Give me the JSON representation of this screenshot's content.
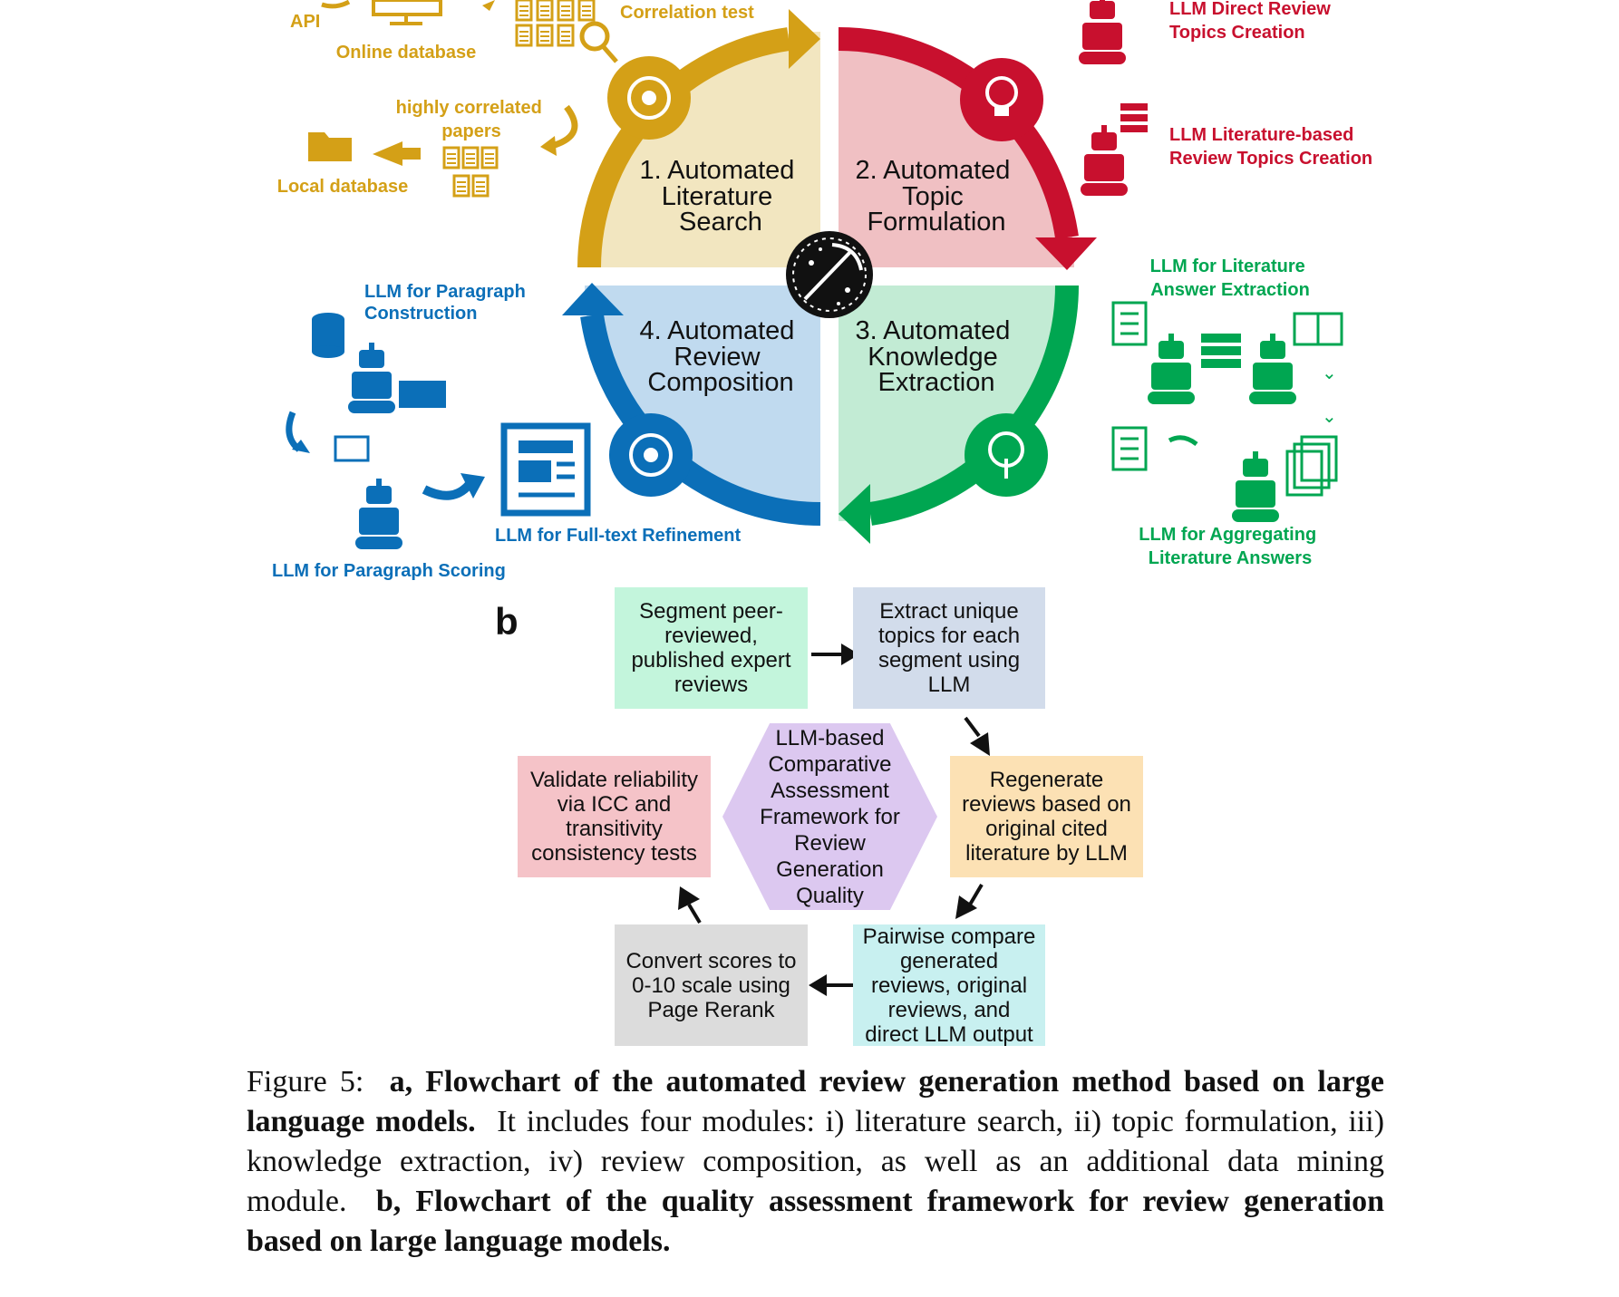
{
  "panel_a": {
    "literature_search": {
      "api": "API",
      "online_database": "Online database",
      "correlation_test": "Correlation test",
      "highly_correlated_line1": "highly correlated",
      "highly_correlated_line2": "papers",
      "local_database": "Local database",
      "color": "#D4A017"
    },
    "topic_formulation": {
      "direct_line1": "LLM Direct Review",
      "direct_line2": "Topics Creation",
      "literature_line1": "LLM Literature-based",
      "literature_line2": "Review Topics Creation",
      "color": "#C8102E"
    },
    "knowledge_extraction": {
      "answer_line1": "LLM for Literature",
      "answer_line2": "Answer Extraction",
      "aggregate_line1": "LLM for Aggregating",
      "aggregate_line2": "Literature Answers",
      "color": "#00A651"
    },
    "review_composition": {
      "paragraph_line1": "LLM for Paragraph",
      "paragraph_line2": "Construction",
      "refinement": "LLM for Full-text Refinement",
      "scoring": "LLM for Paragraph Scoring",
      "color": "#0B6FB8"
    },
    "quadrants": [
      {
        "lines": [
          "1. Automated",
          "Literature",
          "Search"
        ],
        "fill": "#F2E6C0"
      },
      {
        "lines": [
          "2. Automated",
          "Topic",
          "Formulation"
        ],
        "fill": "#F0C0C3"
      },
      {
        "lines": [
          "3. Automated",
          "Knowledge",
          "Extraction"
        ],
        "fill": "#C2EBD4"
      },
      {
        "lines": [
          "4. Automated",
          "Review",
          "Composition"
        ],
        "fill": "#C0DAEF"
      }
    ]
  },
  "panel_b": {
    "label": "b",
    "segment": "Segment peer-reviewed, published expert reviews",
    "extract": "Extract unique topics for each segment using LLM",
    "regenerate": "Regenerate reviews based on original cited literature by LLM",
    "pairwise": "Pairwise compare generated reviews, original reviews, and direct LLM output",
    "convert": "Convert scores to 0-10 scale using Page Rerank",
    "validate": "Validate reliability via ICC and transitivity consistency tests",
    "center": "LLM-based Comparative Assessment Framework for Review Generation Quality",
    "colors": {
      "segment": "#C3F5DC",
      "extract": "#D2DCEB",
      "regenerate": "#FCE1B4",
      "pairwise": "#C8F0F0",
      "convert": "#DCDCDC",
      "validate": "#F5C3C8",
      "center": "#DCC8F0"
    }
  },
  "caption": {
    "prefix": "Figure 5:",
    "a_bold": "a, Flowchart of the automated review generation method based on large language models.",
    "a_text": "It includes four modules: i) literature search, ii) topic formulation, iii) knowledge extraction, iv) review composition, as well as an additional data mining module.",
    "b_bold": "b, Flowchart of the quality assessment framework for review generation based on large language models."
  }
}
